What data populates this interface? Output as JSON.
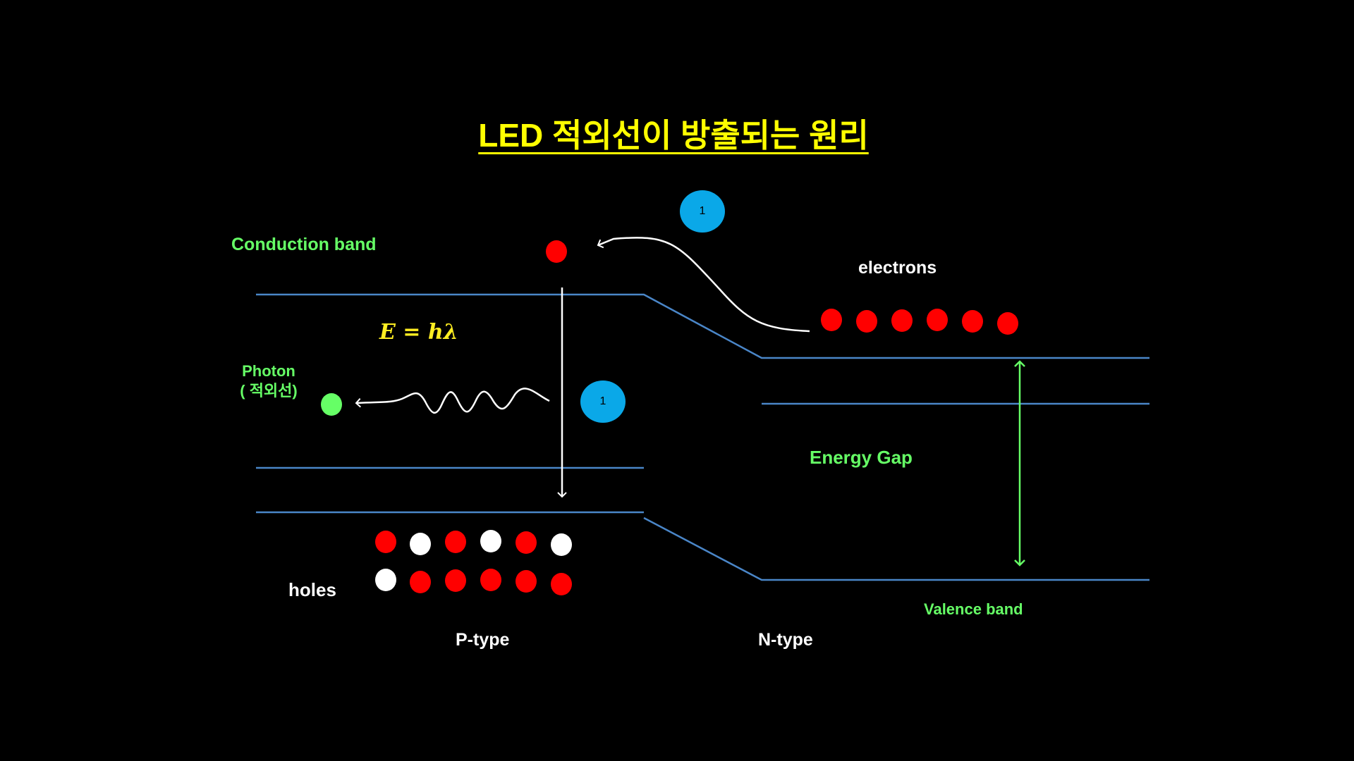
{
  "title": "LED 적외선이 방출되는 원리",
  "labels": {
    "conduction_band": "Conduction band",
    "electrons": "electrons",
    "photon_line1": "Photon",
    "photon_line2": "( 적외선)",
    "energy_gap": "Energy Gap",
    "holes": "holes",
    "valence_band": "Valence band",
    "p_type": "P-type",
    "n_type": "N-type",
    "formula": "E = hλ"
  },
  "badges": [
    "1",
    "1"
  ],
  "colors": {
    "background": "#000000",
    "title": "#ffff00",
    "band_line": "#4a86c8",
    "label_green": "#66ff66",
    "electron": "#ff0000",
    "hole_white": "#ffffff",
    "photon": "#66ff66",
    "badge": "#0aa8e8",
    "formula": "#ffee22"
  },
  "holes_grid": {
    "row1": [
      "red",
      "white",
      "red",
      "white",
      "red",
      "white"
    ],
    "row2": [
      "white",
      "red",
      "red",
      "red",
      "red",
      "red"
    ]
  },
  "electron_count": 6
}
